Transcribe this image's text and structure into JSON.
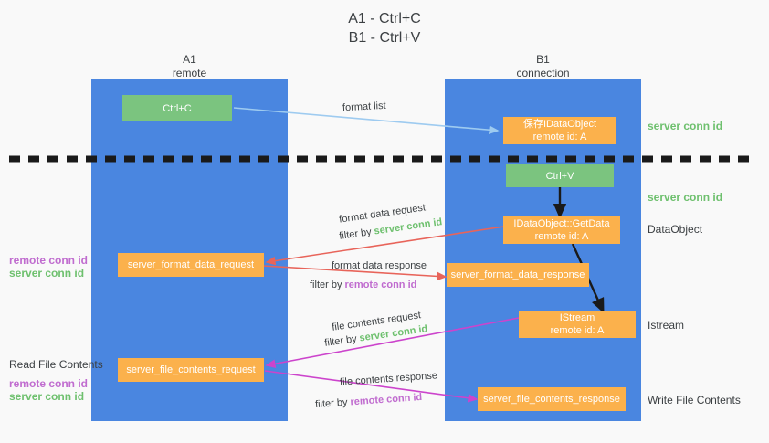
{
  "title": {
    "line1": "A1 - Ctrl+C",
    "line2": "B1 - Ctrl+V"
  },
  "columns": [
    {
      "name": "A1",
      "sub": "remote"
    },
    {
      "name": "B1",
      "sub": "connection"
    }
  ],
  "boxes": {
    "ctrl_c": {
      "label": "Ctrl+C"
    },
    "ctrl_v": {
      "label": "Ctrl+V"
    },
    "store_idataobject": {
      "line1": "保存IDataObject",
      "line2": "remote id: A"
    },
    "getdata": {
      "line1": "IDataObject::GetData",
      "line2": "remote id: A"
    },
    "istream": {
      "line1": "IStream",
      "line2": "remote id: A"
    },
    "server_format_data_request": {
      "label": "server_format_data_request"
    },
    "server_format_data_response": {
      "label": "server_format_data_response"
    },
    "server_file_contents_request": {
      "label": "server_file_contents_request"
    },
    "server_file_contents_response": {
      "label": "server_file_contents_response"
    }
  },
  "right_labels": {
    "server_conn_id_top": "server conn id",
    "server_conn_id_mid": "server conn id",
    "dataobject": "DataObject",
    "istream": "Istream",
    "write_file_contents": "Write File Contents"
  },
  "left_labels": {
    "remote_conn_id_1": "remote conn id",
    "server_conn_id_1": "server conn id",
    "read_file_contents": "Read File Contents",
    "remote_conn_id_2": "remote conn id",
    "server_conn_id_2": "server conn id"
  },
  "edges": {
    "format_list": "format list",
    "format_data_request": "format data request",
    "format_data_request_filter_prefix": "filter by ",
    "format_data_request_filter_value": "server conn id",
    "format_data_response": "format data response",
    "format_data_response_filter_prefix": "filter by ",
    "format_data_response_filter_value": "remote conn id",
    "file_contents_request": "file contents request",
    "file_contents_request_filter_prefix": "filter by ",
    "file_contents_request_filter_value": "server conn id",
    "file_contents_response": "file contents response",
    "file_contents_response_filter_prefix": "filter by ",
    "file_contents_response_filter_value": "remote conn id"
  },
  "colors": {
    "panel_blue": "#4a86e0",
    "box_green": "#7bc47f",
    "box_orange": "#fbb14c",
    "arrow_lightblue": "#9ecbf0",
    "arrow_red": "#e8645a",
    "arrow_magenta": "#cc44cc",
    "arrow_black": "#1a1a1a",
    "conn_green_text": "#6ec06e",
    "conn_purple_text": "#c06ccf",
    "background": "#f9f9f9"
  }
}
